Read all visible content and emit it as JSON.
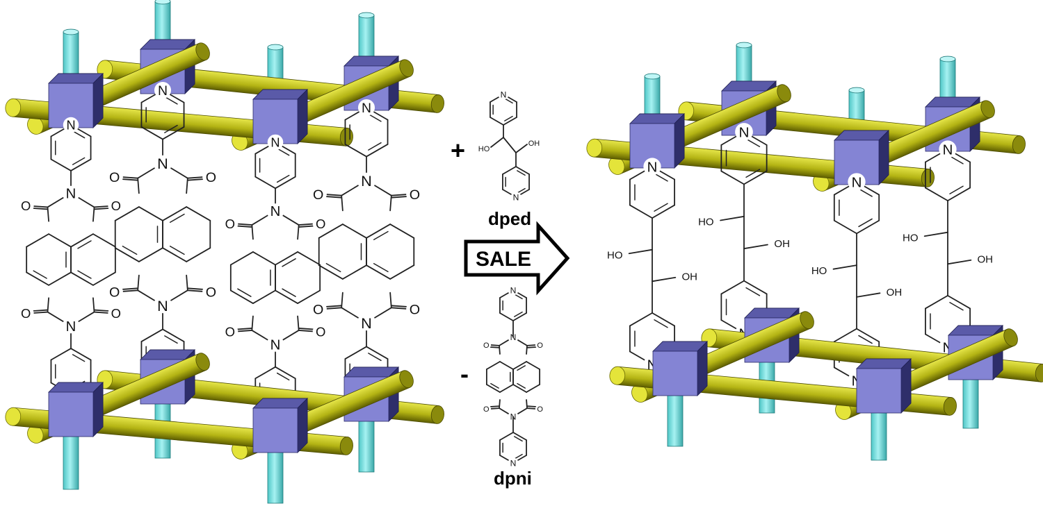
{
  "labels": {
    "plus": "+",
    "minus": "-",
    "dped": "dped",
    "dpni": "dpni",
    "arrow": "SALE"
  },
  "atoms": {
    "N": "N",
    "O": "O",
    "HO": "HO",
    "OH": "OH"
  },
  "colors": {
    "node": "#8484d4",
    "node_dark": "#2e2e6a",
    "rod": "#c8c820",
    "rod_dark": "#5e5e00",
    "pillar": "#7fe2e2",
    "pillar_dark": "#2a8f8f",
    "bond": "#222222"
  }
}
